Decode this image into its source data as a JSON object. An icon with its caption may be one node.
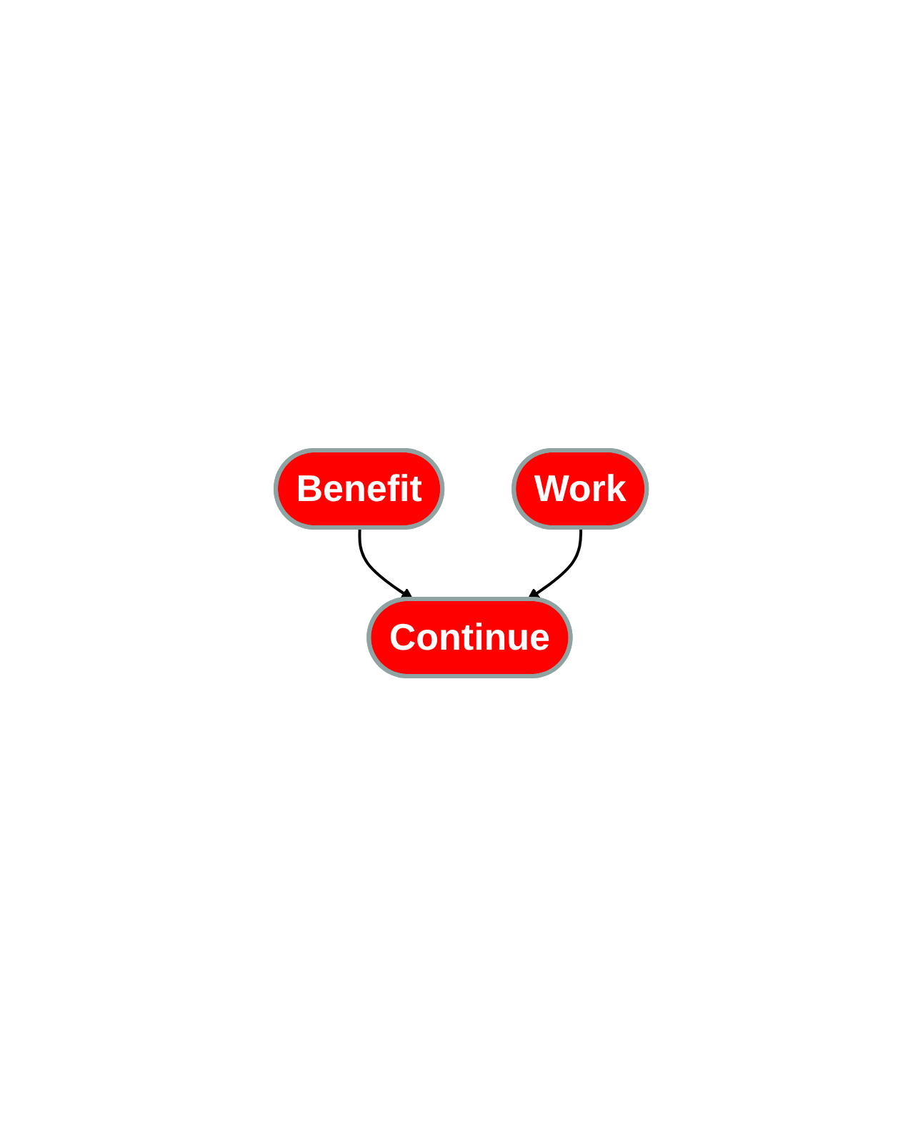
{
  "diagram": {
    "nodes": [
      {
        "text": [
          "Benefit"
        ]
      },
      {
        "text": [
          "Work"
        ]
      },
      {
        "text": [
          "Continue"
        ]
      }
    ],
    "edges": [
      {
        "from": 0,
        "to": 2,
        "arrow": "to"
      },
      {
        "from": 1,
        "to": 2,
        "arrow": "to"
      }
    ]
  }
}
